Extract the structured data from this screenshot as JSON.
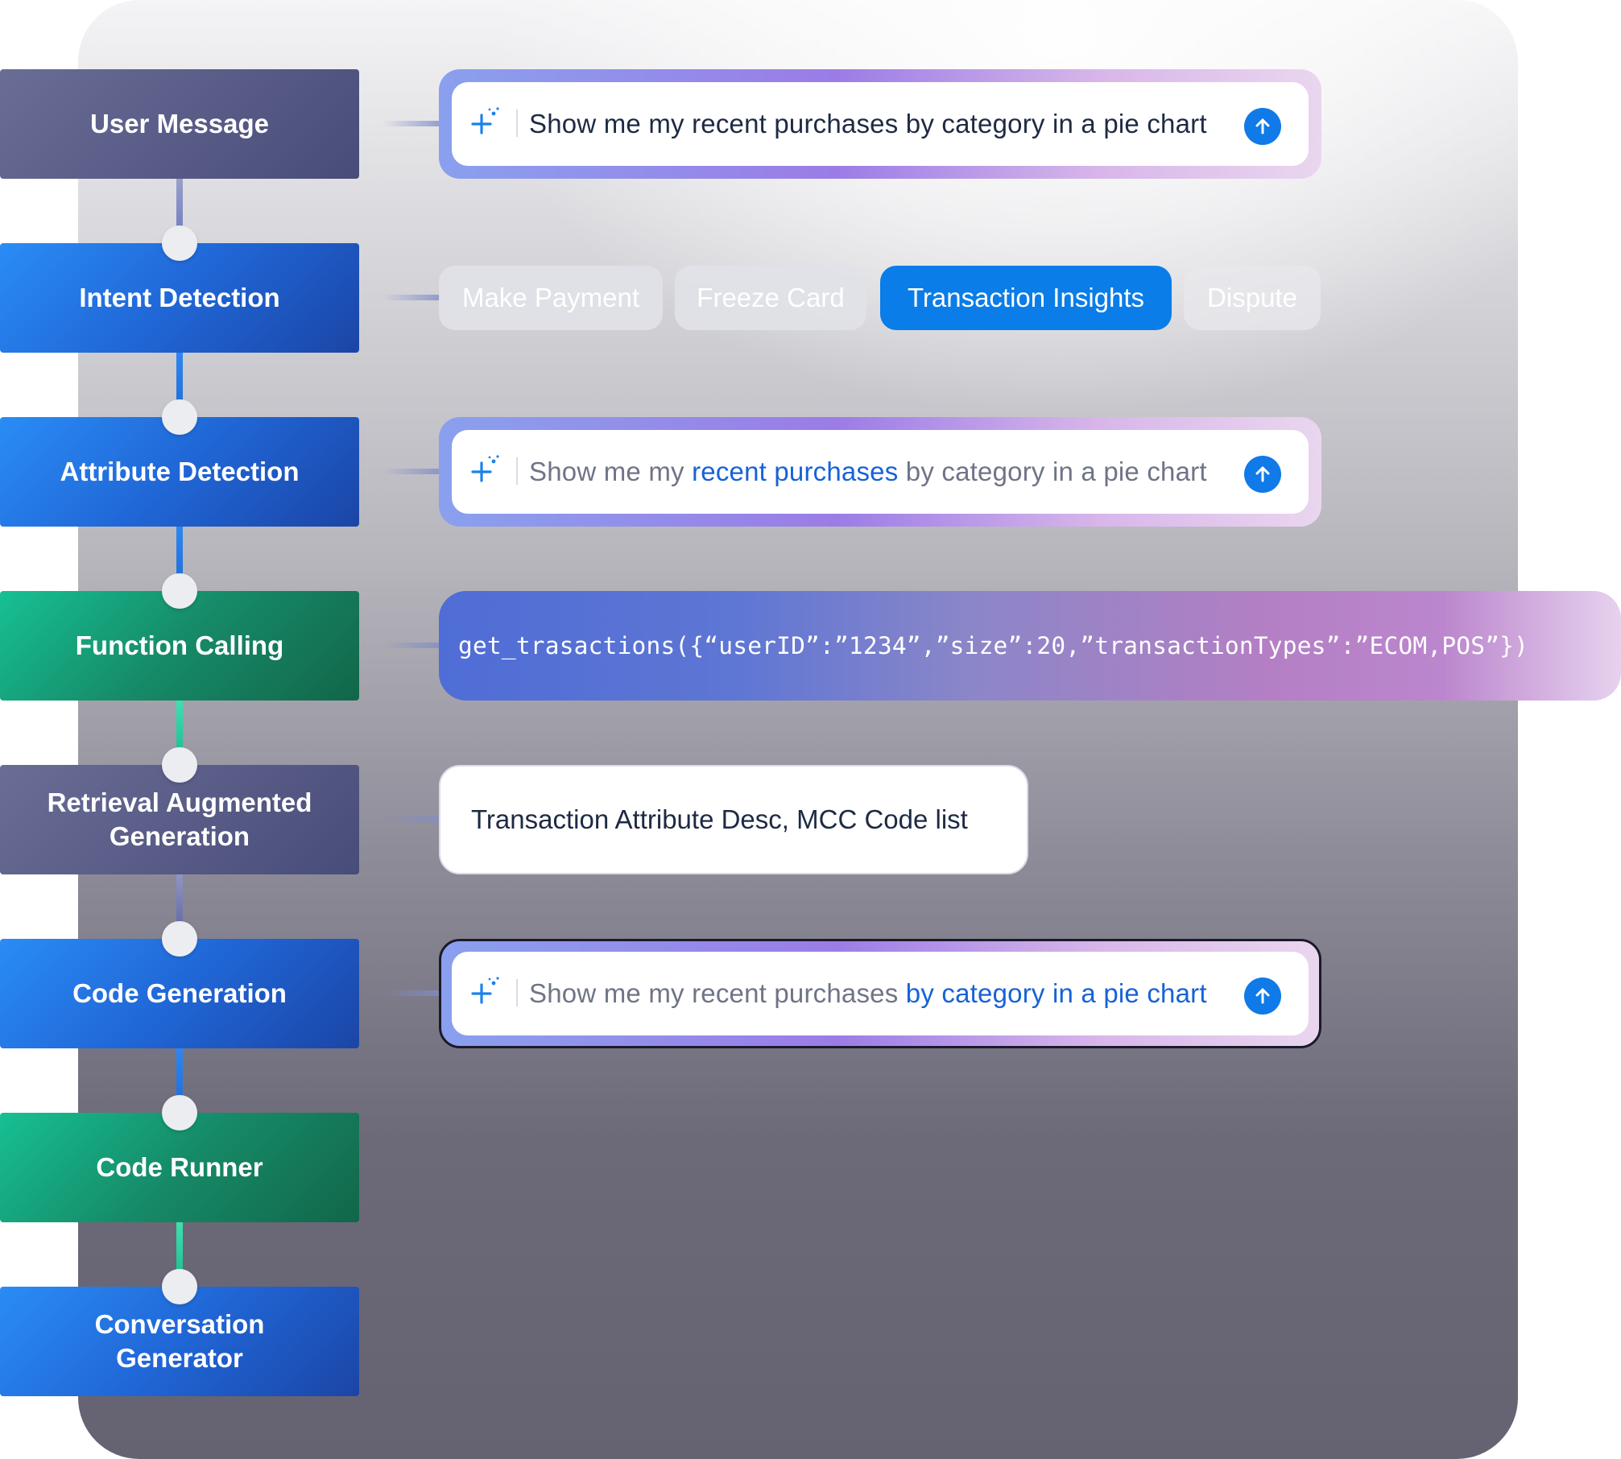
{
  "stages": [
    {
      "label": "User Message"
    },
    {
      "label": "Intent Detection"
    },
    {
      "label": "Attribute Detection"
    },
    {
      "label": "Function Calling"
    },
    {
      "label": "Retrieval Augmented Generation"
    },
    {
      "label": "Code Generation"
    },
    {
      "label": "Code Runner"
    },
    {
      "label": "Conversation Generator"
    }
  ],
  "user_message": {
    "text": "Show me my recent purchases by category in a pie chart"
  },
  "intents": [
    {
      "label": "Make Payment",
      "selected": false
    },
    {
      "label": "Freeze Card",
      "selected": false
    },
    {
      "label": "Transaction Insights",
      "selected": true
    },
    {
      "label": "Dispute",
      "selected": false
    }
  ],
  "attribute_detection": {
    "prefix": "Show me my ",
    "highlight": "recent purchases",
    "suffix": " by category in a pie chart"
  },
  "function_call": {
    "code": "get_trasactions({“userID”:”1234”,”size”:20,”transactionTypes”:”ECOM,POS”})"
  },
  "rag": {
    "text": "Transaction Attribute Desc, MCC Code list"
  },
  "code_generation": {
    "prefix": "Show me my recent purchases ",
    "highlight": "by category in a pie chart"
  },
  "icons": {
    "input": "sparkle-plus-icon",
    "send": "arrow-up-icon"
  },
  "colors": {
    "accent": "#0a7de8",
    "highlight_text": "#1762d8"
  }
}
